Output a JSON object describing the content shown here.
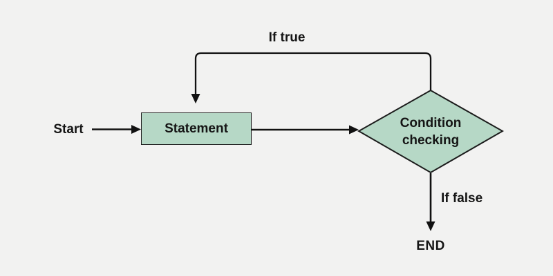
{
  "diagram": {
    "type": "flowchart",
    "nodes": {
      "start": {
        "label": "Start",
        "shape": "plain-text"
      },
      "statement": {
        "label": "Statement",
        "shape": "rectangle"
      },
      "condition": {
        "label": "Condition checking",
        "shape": "diamond"
      },
      "end": {
        "label": "END",
        "shape": "plain-text"
      }
    },
    "edges": [
      {
        "from": "start",
        "to": "statement",
        "label": ""
      },
      {
        "from": "statement",
        "to": "condition",
        "label": ""
      },
      {
        "from": "condition",
        "to": "statement",
        "label": "If true"
      },
      {
        "from": "condition",
        "to": "end",
        "label": "If false"
      }
    ]
  },
  "colors": {
    "bg": "#f2f2f1",
    "node_fill": "#b6d8c6",
    "node_stroke": "#1c1c1c",
    "line": "#111111",
    "text": "#151515"
  }
}
